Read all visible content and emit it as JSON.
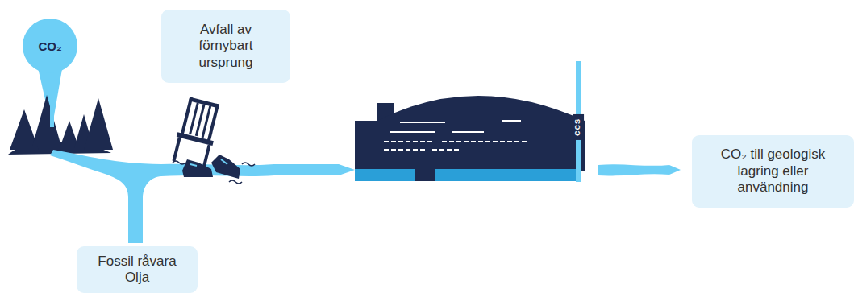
{
  "diagram": {
    "nodes": [
      {
        "text": [
          "CO₂"
        ]
      },
      {
        "text": [
          "Avfall av förnybart ursprung"
        ]
      },
      {
        "text": [
          "Fossil råvara Olja"
        ]
      },
      {
        "text": [
          "CO₂ till geologisk lagring eller användning"
        ]
      }
    ],
    "labels": [
      "CCS"
    ]
  }
}
